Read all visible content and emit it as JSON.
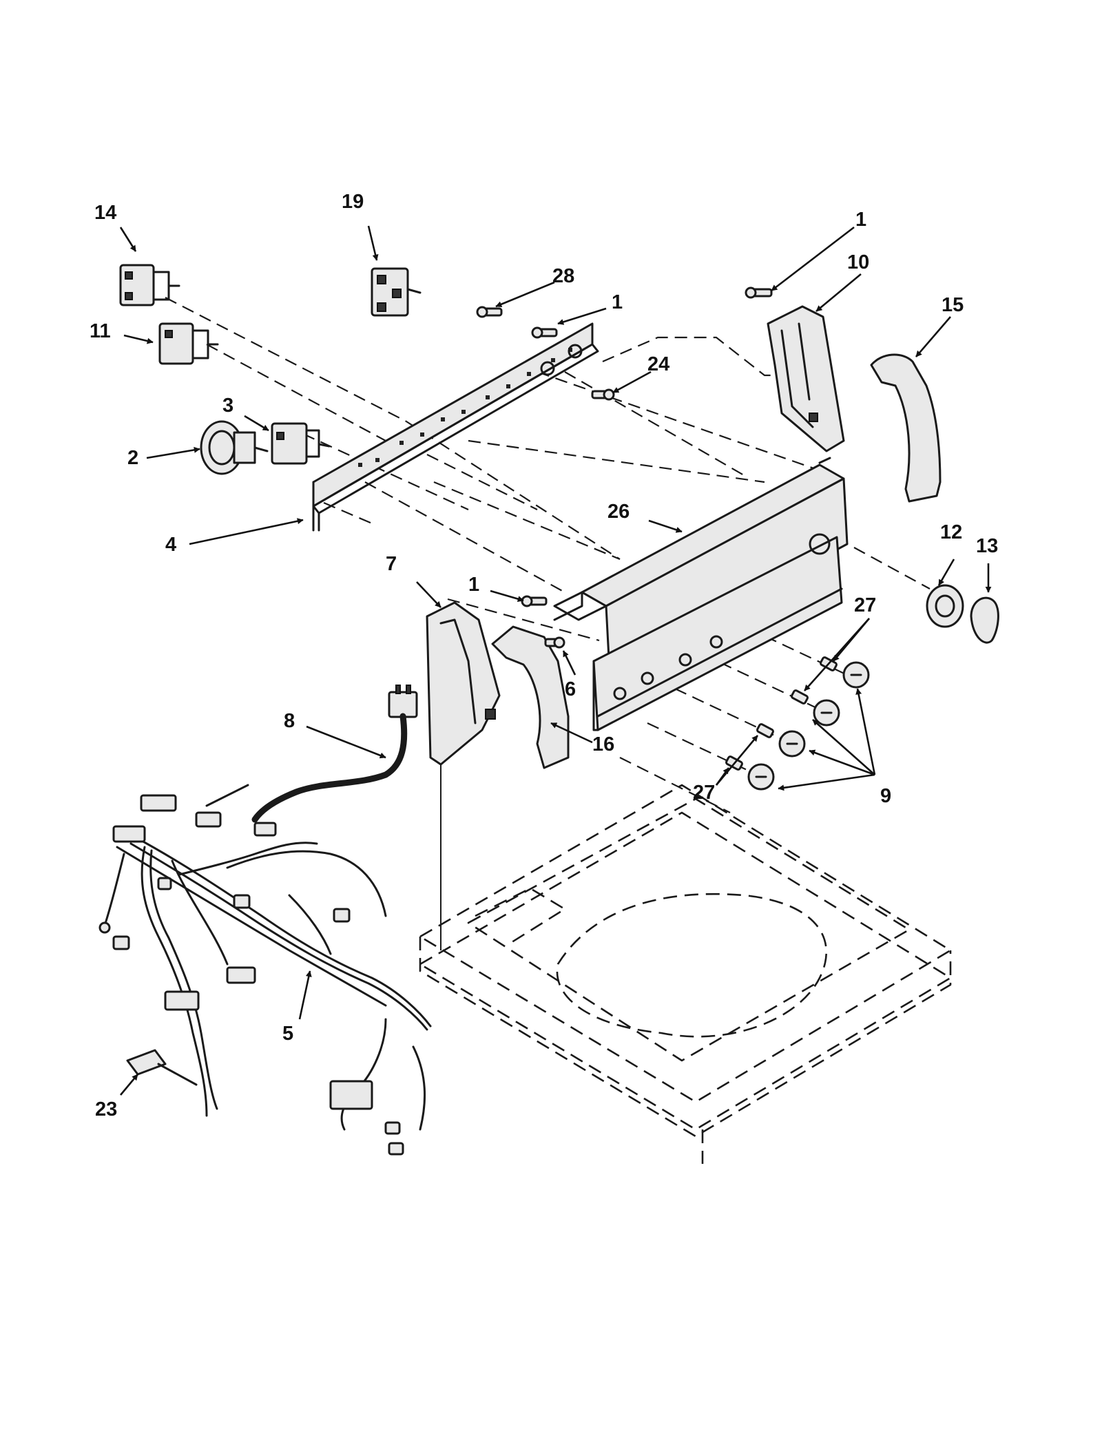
{
  "diagram": {
    "callouts": [
      {
        "id": "c14",
        "label": "14"
      },
      {
        "id": "c19",
        "label": "19"
      },
      {
        "id": "c1a",
        "label": "1"
      },
      {
        "id": "c10",
        "label": "10"
      },
      {
        "id": "c28",
        "label": "28"
      },
      {
        "id": "c1b",
        "label": "1"
      },
      {
        "id": "c15",
        "label": "15"
      },
      {
        "id": "c11",
        "label": "11"
      },
      {
        "id": "c24",
        "label": "24"
      },
      {
        "id": "c3",
        "label": "3"
      },
      {
        "id": "c2",
        "label": "2"
      },
      {
        "id": "c26",
        "label": "26"
      },
      {
        "id": "c4",
        "label": "4"
      },
      {
        "id": "c12",
        "label": "12"
      },
      {
        "id": "c13",
        "label": "13"
      },
      {
        "id": "c7",
        "label": "7"
      },
      {
        "id": "c1c",
        "label": "1"
      },
      {
        "id": "c27a",
        "label": "27"
      },
      {
        "id": "c6",
        "label": "6"
      },
      {
        "id": "c8",
        "label": "8"
      },
      {
        "id": "c16",
        "label": "16"
      },
      {
        "id": "c27b",
        "label": "27"
      },
      {
        "id": "c9",
        "label": "9"
      },
      {
        "id": "c5",
        "label": "5"
      },
      {
        "id": "c23",
        "label": "23"
      }
    ]
  }
}
